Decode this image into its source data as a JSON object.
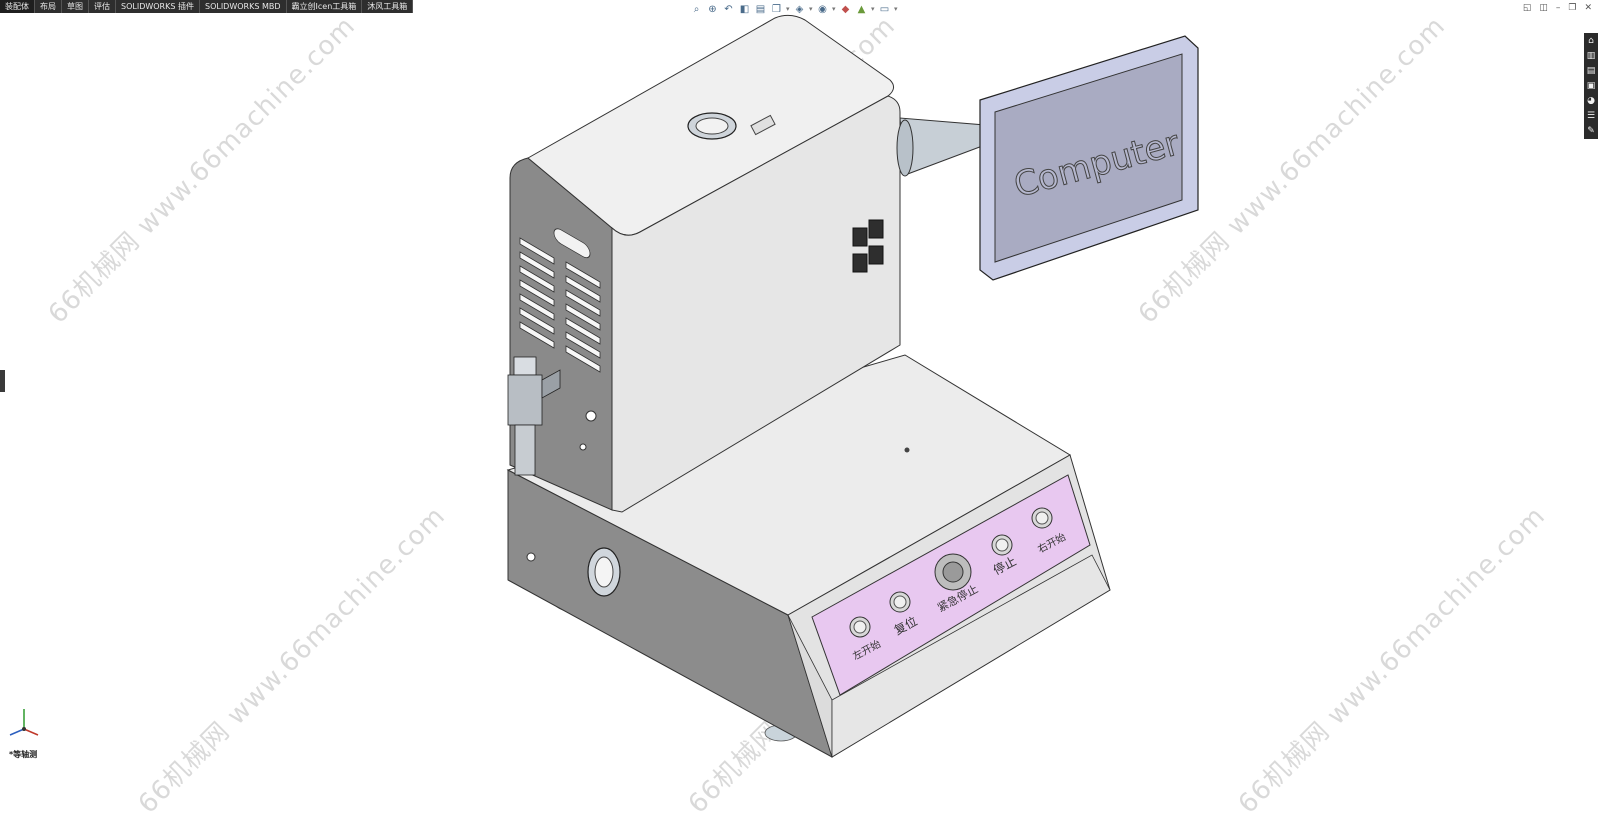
{
  "command_tabs": [
    "装配体",
    "布局",
    "草图",
    "评估",
    "SOLIDWORKS 插件",
    "SOLIDWORKS MBD",
    "霸立创Icen工具箱",
    "沐风工具箱"
  ],
  "model": {
    "monitor_label": "Computer",
    "panel_buttons": [
      "左开始",
      "复位",
      "紧急停止",
      "停止",
      "右开始"
    ]
  },
  "watermark": "66机械网 www.66machine.com",
  "view_label": "*等轴测",
  "colors": {
    "panel": "#e8c8f0",
    "monitor_screen": "#a9abc2",
    "body": "#e9e9e9",
    "shadow_side": "#8a8a8a"
  }
}
